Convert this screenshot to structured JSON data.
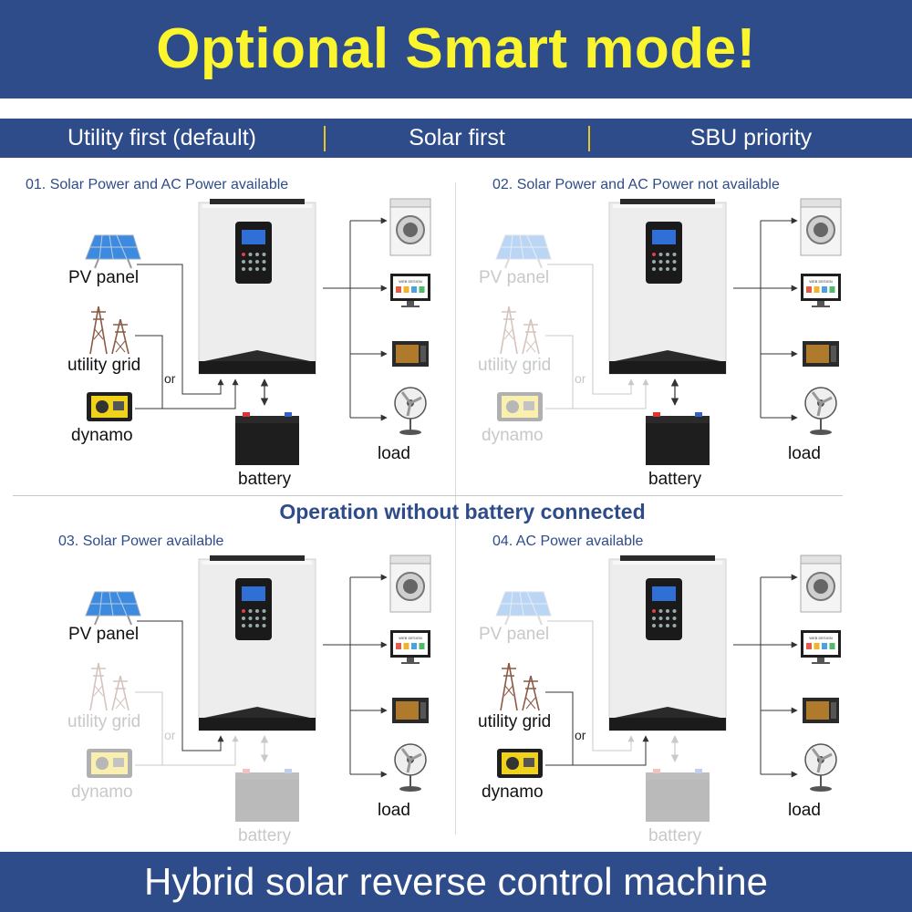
{
  "header": {
    "title": "Optional Smart mode!"
  },
  "modes": [
    {
      "label": "Utility first (default)"
    },
    {
      "label": "Solar first"
    },
    {
      "label": "SBU priority"
    }
  ],
  "middle": {
    "title": "Operation without battery connected"
  },
  "footer": {
    "title": "Hybrid solar reverse control machine"
  },
  "labels": {
    "pv": "PV panel",
    "grid": "utility grid",
    "dynamo": "dynamo",
    "battery": "battery",
    "load": "load",
    "or": "or"
  },
  "monitor": {
    "text": "WEB DESIGN"
  },
  "quadrants": [
    {
      "title": "01. Solar Power and AC Power available",
      "pv_active": true,
      "grid_active": true,
      "dynamo_active": true,
      "battery_active": true
    },
    {
      "title": "02. Solar Power and AC Power not available",
      "pv_active": false,
      "grid_active": false,
      "dynamo_active": false,
      "battery_active": true
    },
    {
      "title": "03. Solar Power available",
      "pv_active": true,
      "grid_active": false,
      "dynamo_active": false,
      "battery_active": false
    },
    {
      "title": "04. AC Power available",
      "pv_active": false,
      "grid_active": true,
      "dynamo_active": true,
      "battery_active": false
    }
  ],
  "colors": {
    "brand_blue": "#2f4c8a",
    "title_yellow": "#fbf52e",
    "divider_gold": "#e8c62a"
  }
}
